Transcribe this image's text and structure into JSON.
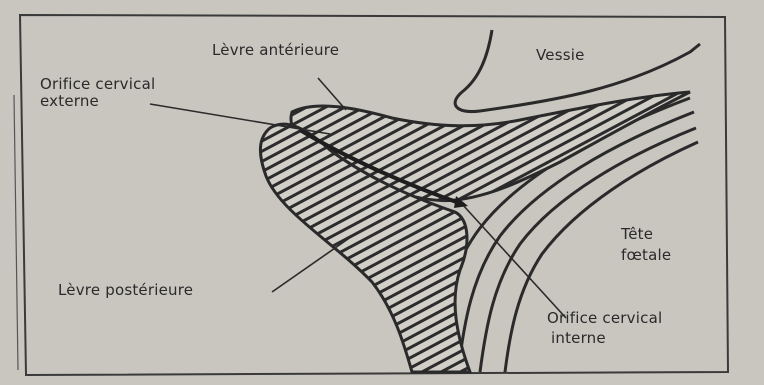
{
  "labels": {
    "levre_anterieure": "Lèvre antérieure",
    "vessie": "Vessie",
    "orifice_externe_line1": "Orifice cervical",
    "orifice_externe_line2": "externe",
    "tete_line1": "Tête",
    "tete_line2": "fœtale",
    "levre_posterieure": "Lèvre postérieure",
    "orifice_interne_line1": "Orifice cervical",
    "orifice_interne_line2": "interne"
  },
  "colors": {
    "paper": "#c9c6c0",
    "background": "#8f8b86",
    "ink": "#2a2a2a"
  }
}
